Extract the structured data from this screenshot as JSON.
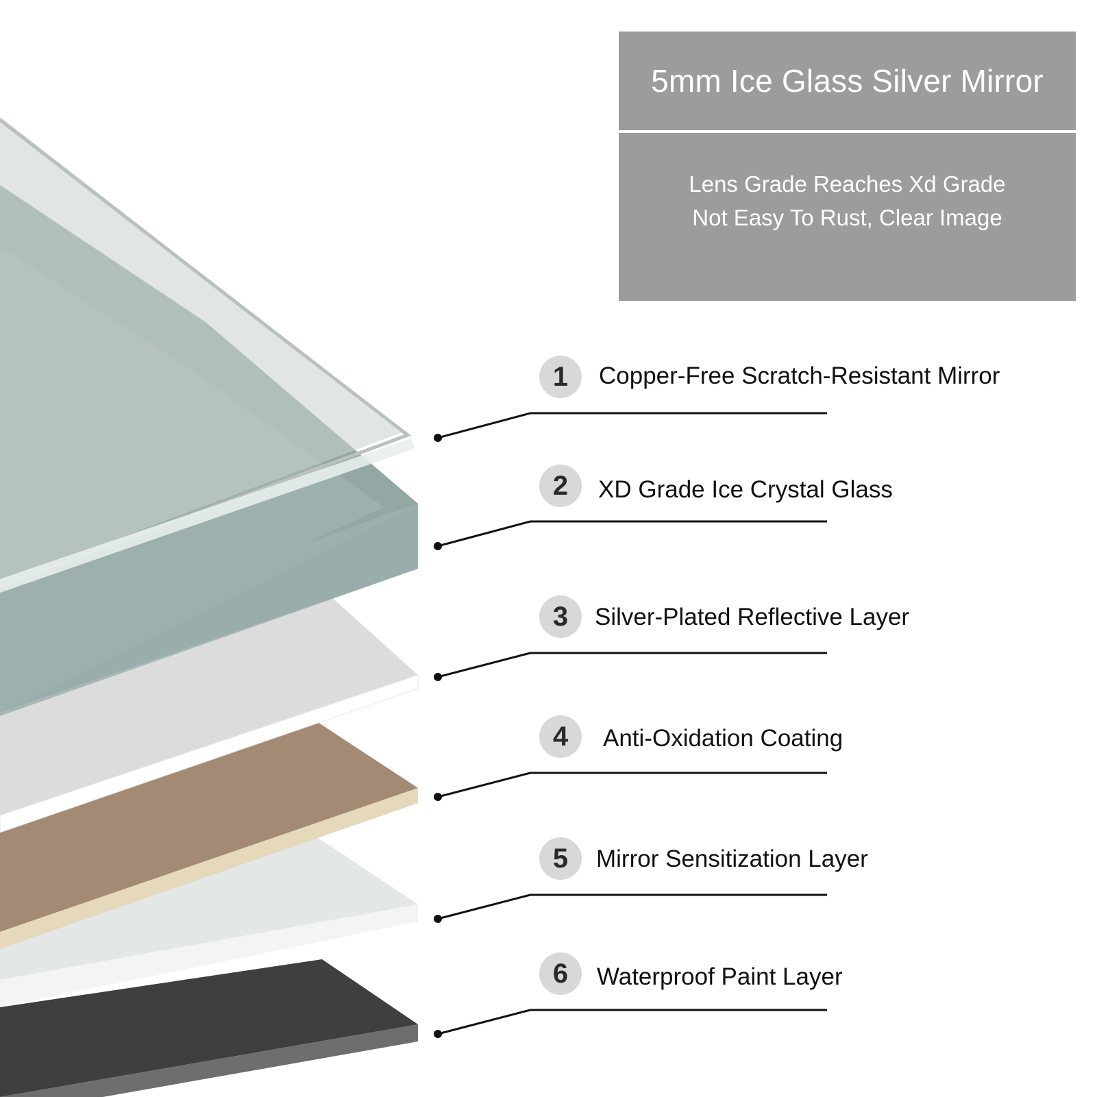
{
  "header": {
    "title": "5mm Ice Glass Silver Mirror",
    "desc_line1": "Lens Grade Reaches Xd Grade",
    "desc_line2": "Not Easy To Rust, Clear Image"
  },
  "layers": [
    {
      "number": "1",
      "label": "Copper-Free Scratch-Resistant Mirror"
    },
    {
      "number": "2",
      "label": "XD Grade Ice Crystal Glass"
    },
    {
      "number": "3",
      "label": "Silver-Plated Reflective Layer"
    },
    {
      "number": "4",
      "label": "Anti-Oxidation Coating"
    },
    {
      "number": "5",
      "label": "Mirror Sensitization Layer"
    },
    {
      "number": "6",
      "label": "Waterproof Paint Layer"
    }
  ],
  "colors": {
    "box": "#9c9c9c",
    "badge": "#d6d9d8",
    "glass_clear": "#c9d2d0",
    "glass_teal": "#8fa3a1",
    "silver": "#dcdcdc",
    "bronze": "#a38a74",
    "sensitization": "#e3e7e6",
    "paint": "#3f3f3f"
  }
}
